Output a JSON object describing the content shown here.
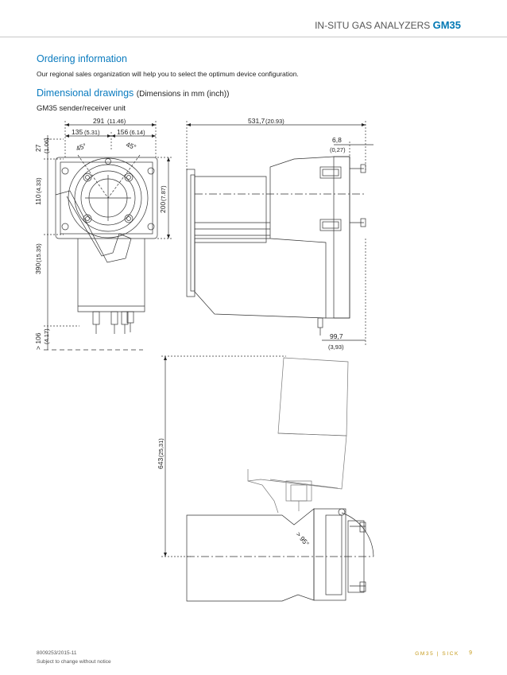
{
  "header": {
    "series": "IN-SITU GAS ANALYZERS",
    "product": "GM35"
  },
  "ordering": {
    "title": "Ordering information",
    "text": "Our regional sales organization will help you to select the optimum device configuration."
  },
  "drawings": {
    "title": "Dimensional drawings",
    "subtitle": "(Dimensions in mm (inch))",
    "caption": "GM35 sender/receiver unit"
  },
  "dimensions": {
    "front_width": "291",
    "front_width_in": "(11.46)",
    "left_part": "135",
    "left_part_in": "(5.31)",
    "right_part": "156",
    "right_part_in": "(6.14)",
    "angle_left": "45°",
    "angle_right": "45°",
    "top_offset": "27",
    "top_offset_in": "(1.06)",
    "upper_height": "110",
    "upper_height_in": "(4.33)",
    "total_height": "390",
    "total_height_in": "(15.35)",
    "bottom_clear": "> 106",
    "bottom_clear_in": "(4.17)",
    "flange_height": "200",
    "flange_height_in": "(7.87)",
    "side_length": "531,7",
    "side_length_in": "(20.93)",
    "flange_thick": "6,8",
    "flange_thick_in": "(0,27)",
    "rear_depth": "99,7",
    "rear_depth_in": "(3,93)",
    "swing_height": "643",
    "swing_height_in": "(25,31)",
    "swing_angle": "> 95°"
  },
  "footer": {
    "doc_number": "8009253/2015-11",
    "note": "Subject to change without notice",
    "brand": "GM35 | SICK",
    "page": "9"
  }
}
